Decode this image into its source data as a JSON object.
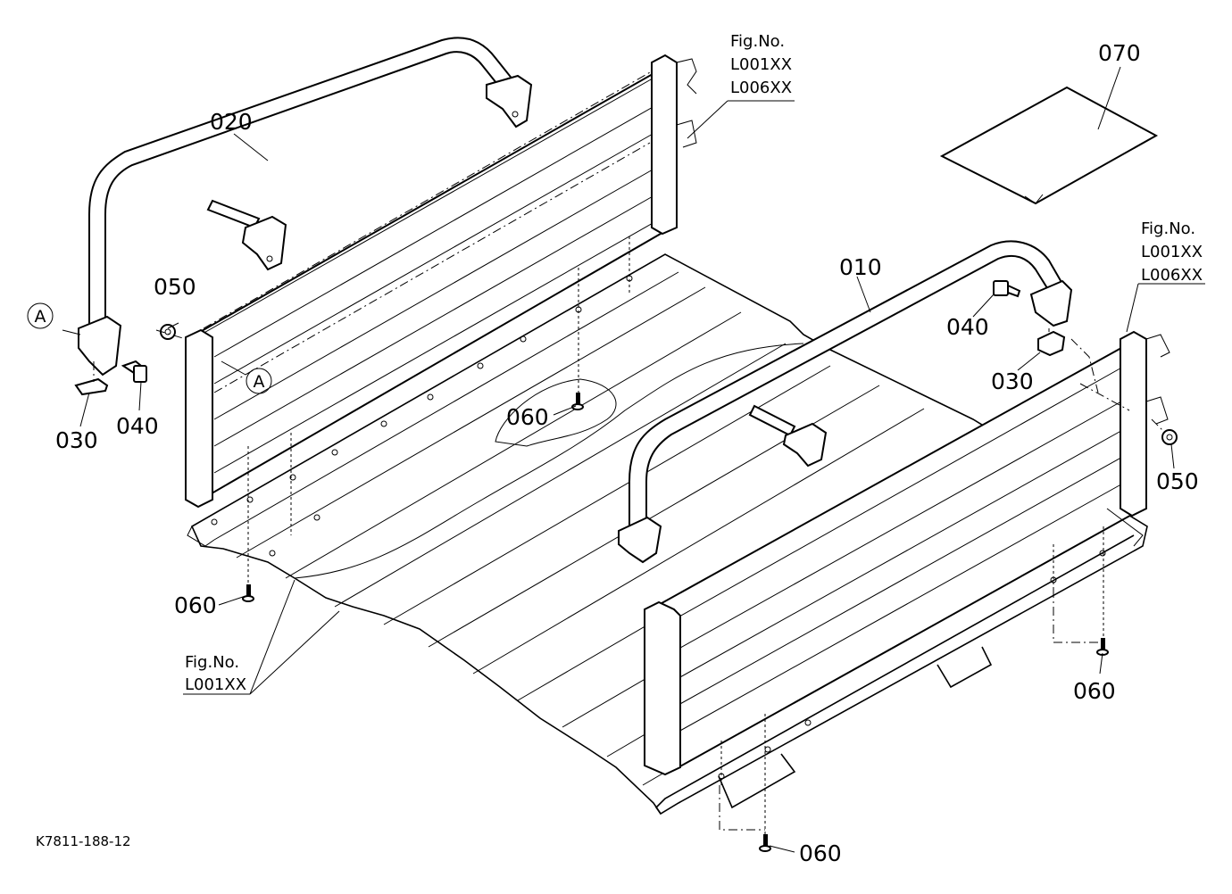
{
  "diagram": {
    "callouts": [
      {
        "id": "010",
        "text": "010"
      },
      {
        "id": "020",
        "text": "020"
      },
      {
        "id": "030a",
        "text": "030"
      },
      {
        "id": "030b",
        "text": "030"
      },
      {
        "id": "040a",
        "text": "040"
      },
      {
        "id": "040b",
        "text": "040"
      },
      {
        "id": "050a",
        "text": "050"
      },
      {
        "id": "050b",
        "text": "050"
      },
      {
        "id": "060a",
        "text": "060"
      },
      {
        "id": "060b",
        "text": "060"
      },
      {
        "id": "060c",
        "text": "060"
      },
      {
        "id": "060d",
        "text": "060"
      },
      {
        "id": "070",
        "text": "070"
      }
    ],
    "fig_refs": [
      {
        "line1": "Fig.No.",
        "line2": "L001XX",
        "line3": "L006XX"
      },
      {
        "line1": "Fig.No.",
        "line2": "L001XX",
        "line3": "L006XX"
      },
      {
        "line1": "Fig.No.",
        "line2": "L001XX"
      }
    ],
    "markers": [
      "A",
      "A"
    ],
    "drawing_code": "K7811-188-12"
  }
}
